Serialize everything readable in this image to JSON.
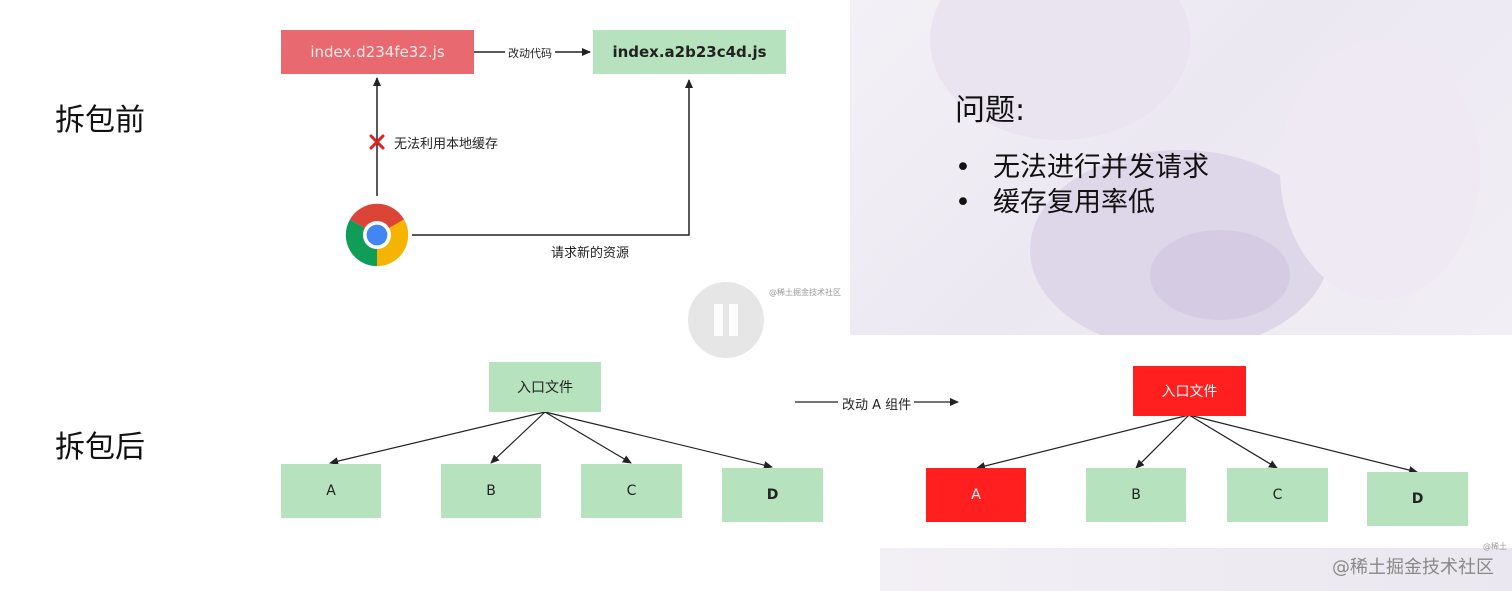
{
  "labels": {
    "before": "拆包前",
    "after": "拆包后"
  },
  "before": {
    "old_file": "index.d234fe32.js",
    "new_file": "index.a2b23c4d.js",
    "change_code": "改动代码",
    "no_cache": "无法利用本地缓存",
    "request_new": "请求新的资源"
  },
  "problem": {
    "title": "问题:",
    "items": [
      "无法进行并发请求",
      "缓存复用率低"
    ]
  },
  "after": {
    "change_label": "改动 A 组件",
    "left": {
      "entry": "入口文件",
      "modules": [
        "A",
        "B",
        "C",
        "D"
      ]
    },
    "right": {
      "entry": "入口文件",
      "modules": [
        "A",
        "B",
        "C",
        "D"
      ]
    }
  },
  "watermarks": {
    "main": "@稀土掘金技术社区",
    "small": "@稀土掘金技术社区",
    "corner": "@稀土"
  },
  "colors": {
    "green": "#b6e3bd",
    "pink": "#e8696f",
    "red": "#ff1f1f"
  },
  "icons": {
    "browser": "chrome-icon",
    "cross": "red-cross-icon",
    "pause": "pause-icon"
  }
}
